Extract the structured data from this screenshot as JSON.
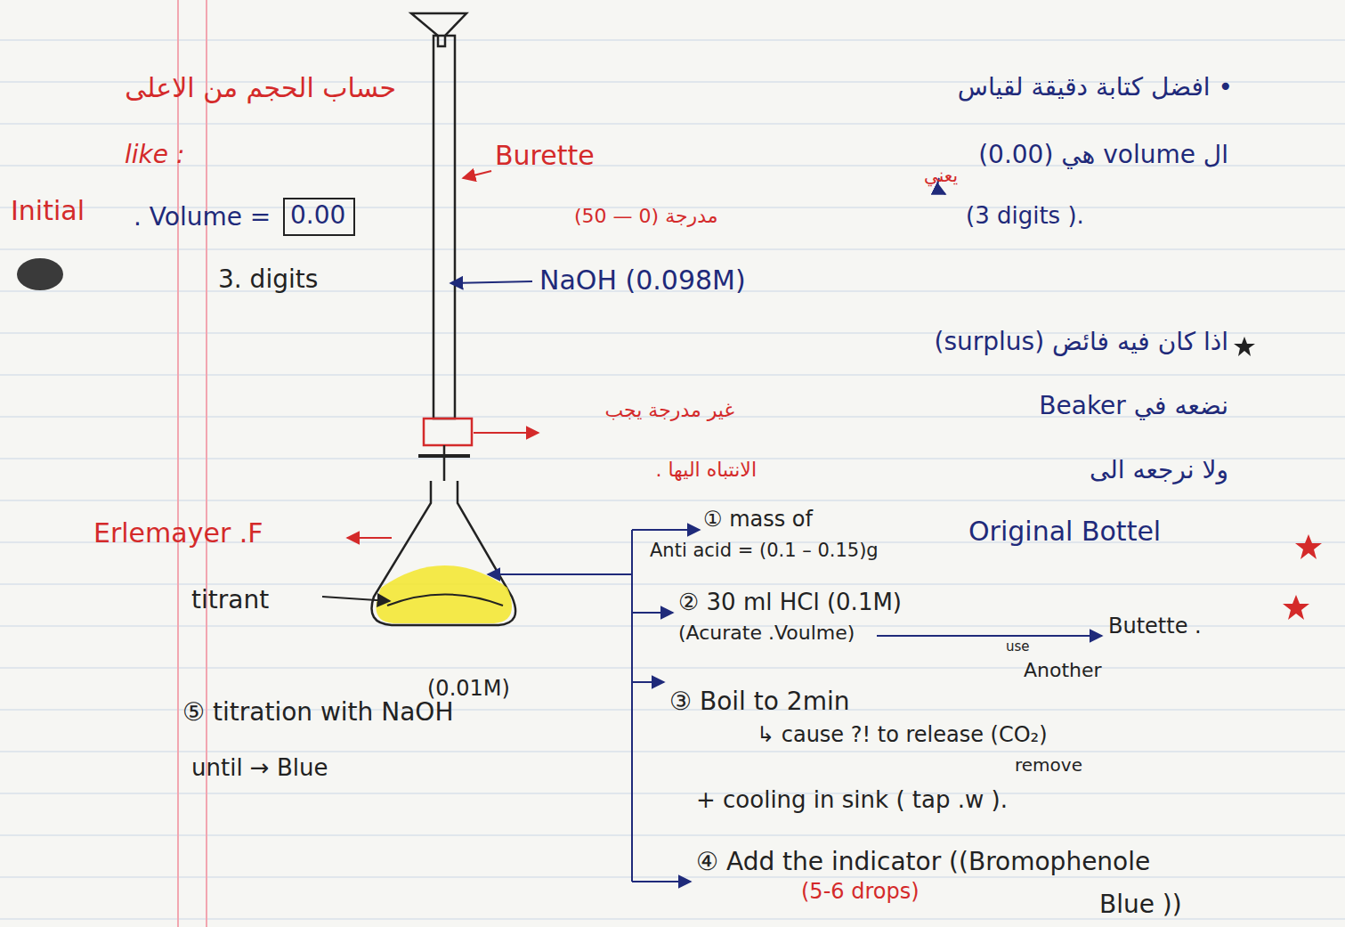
{
  "diagram": {
    "nodes": [
      {
        "text": [
          "0.00"
        ]
      }
    ],
    "labels": [
      "حساب الحجم من الاعلى",
      "like :",
      "Initial",
      ". Volume =",
      "3. digits",
      "Burette",
      "(50 — 0) مدرجة",
      "NaOH (0.098M)",
      "• افضل كتابة دقيقة لقياس",
      "ال volume هي (0.00)",
      "يعني",
      "(3 digits ).",
      "اذا كان فيه فائض (surplus)",
      "نضعه في Beaker",
      "ولا نرجعه الى",
      "Original Bottel",
      "غير مدرجة يجب",
      "الانتباه اليها .",
      "Erlemayer .F",
      "titrant",
      "① mass of",
      "Anti acid = (0.1 – 0.15)g",
      "② 30 ml HCl (0.1M)",
      "(Acurate .Voulme)",
      "use",
      "Butette .",
      "Another",
      "③ Boil to 2min",
      "↳ cause ?! to release (CO₂)",
      "remove",
      "+ cooling in sink ( tap .w ).",
      "④ Add the indicator ((Bromophenole",
      "Blue ))",
      "(5-6 drops)",
      "⑤ titration with NaOH",
      "(0.01M)",
      "until → Blue"
    ]
  }
}
